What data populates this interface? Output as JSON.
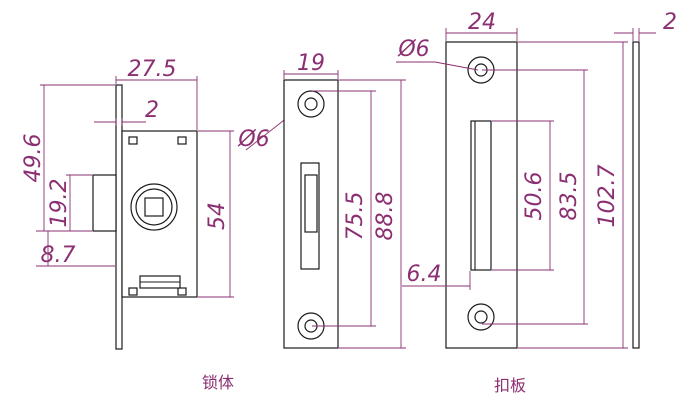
{
  "colors": {
    "dimension": "#8b2f72",
    "outline": "#1a1a1a",
    "background": "#ffffff"
  },
  "lock_body": {
    "caption": "锁体",
    "dims": {
      "width": "27.5",
      "plate": "2",
      "height": "49.6",
      "bolt": "19.2",
      "offset": "8.7",
      "body_height": "54",
      "hole": "Ø6"
    }
  },
  "front_plate": {
    "dims": {
      "width": "19",
      "hole_spacing": "75.5",
      "height": "88.8"
    }
  },
  "strike_plate": {
    "caption": "扣板",
    "dims": {
      "hole": "Ø6",
      "width": "24",
      "thickness": "2",
      "slot_offset": "6.4",
      "slot_height": "50.6",
      "hole_spacing": "83.5",
      "height": "102.7"
    }
  }
}
